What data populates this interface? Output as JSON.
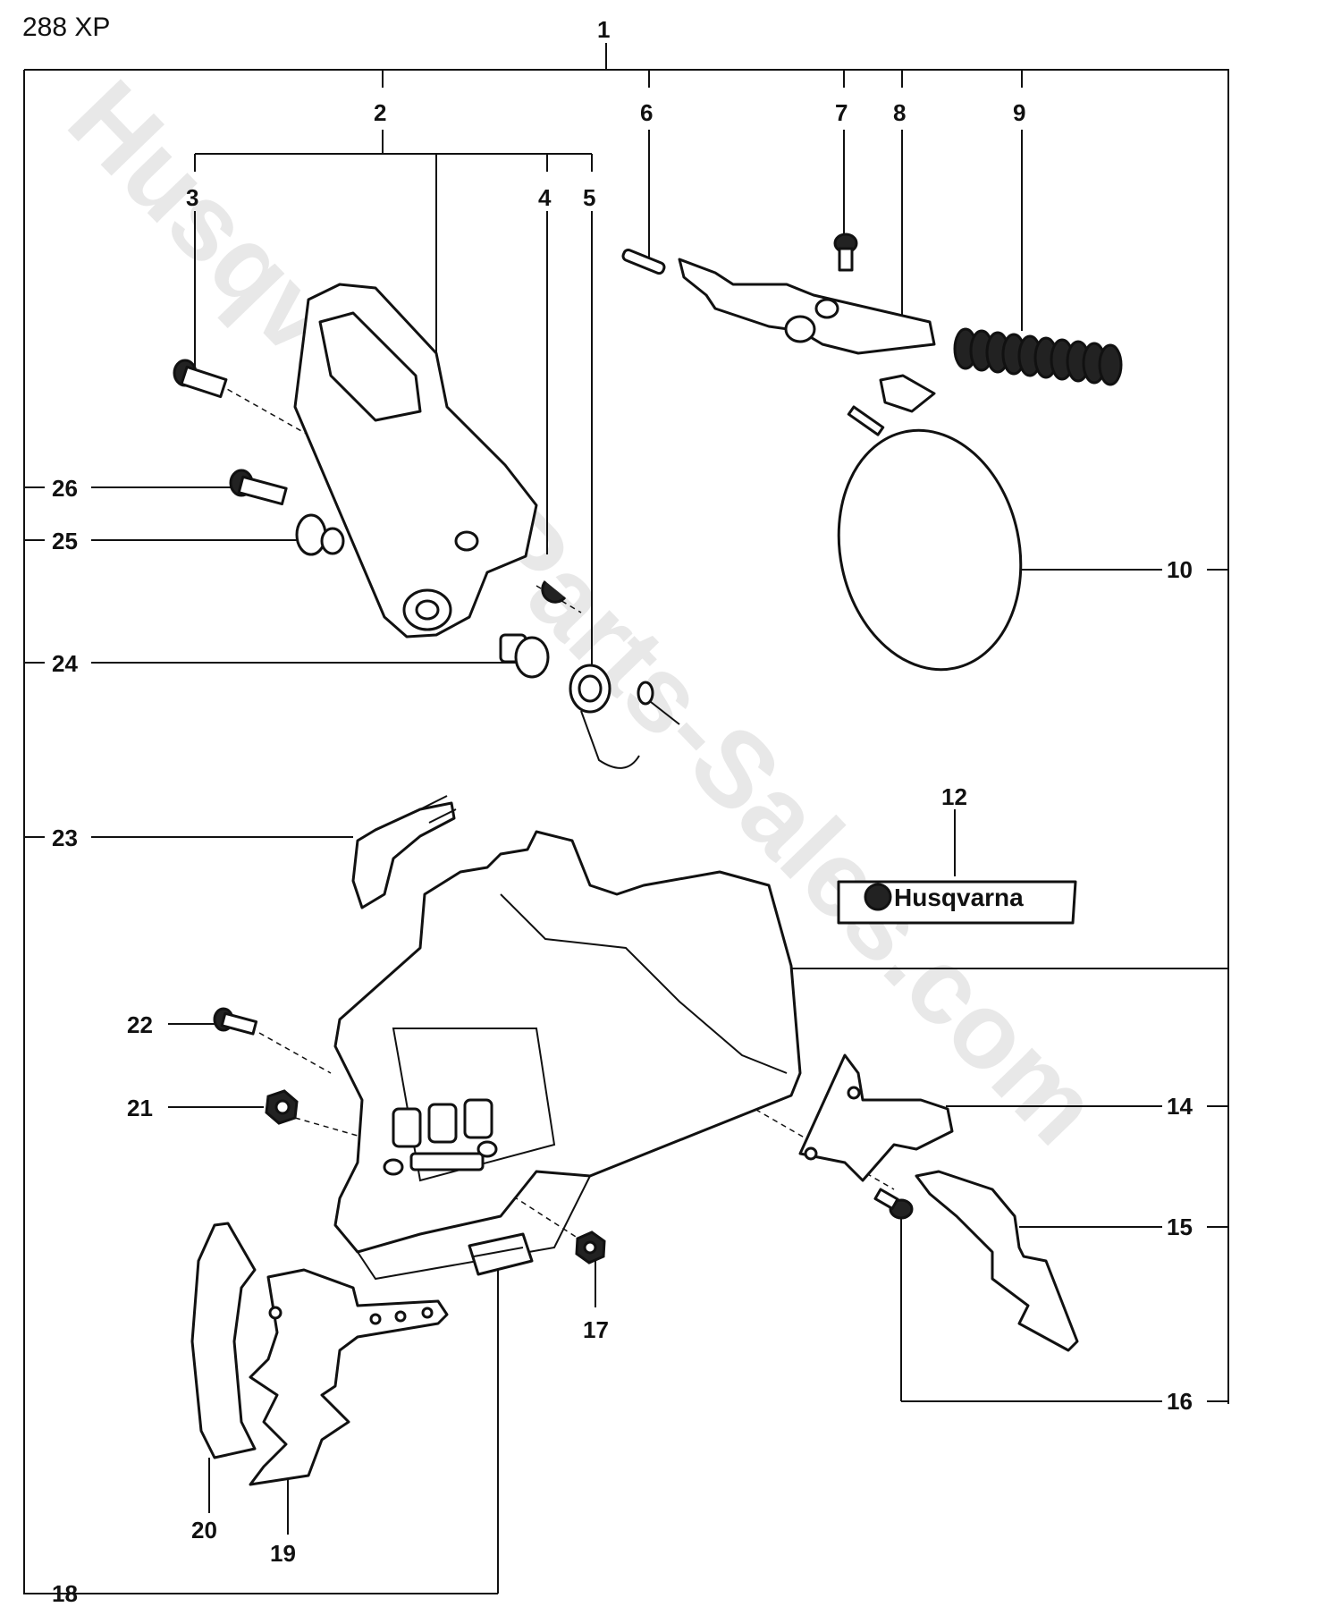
{
  "model": "288 XP",
  "watermark": "Husqvarna-Parts-Sales.com",
  "logo_text": "Husqvarna",
  "callouts": {
    "c1": "1",
    "c2": "2",
    "c3": "3",
    "c4": "4",
    "c5": "5",
    "c6": "6",
    "c7": "7",
    "c8": "8",
    "c9": "9",
    "c10": "10",
    "c12": "12",
    "c14": "14",
    "c15": "15",
    "c16": "16",
    "c17": "17",
    "c18": "18",
    "c19": "19",
    "c20": "20",
    "c21": "21",
    "c22": "22",
    "c23": "23",
    "c24": "24",
    "c25": "25",
    "c26": "26"
  }
}
